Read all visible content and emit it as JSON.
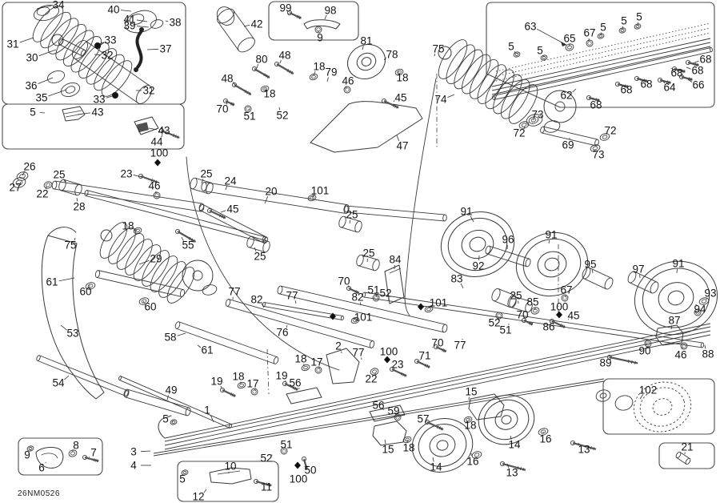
{
  "drawing_code": "26NM0526",
  "legend": "labels are part callout numbers: [number, x, y, leader_x, leader_y]",
  "labels": [
    [
      "34",
      73,
      6,
      46,
      11
    ],
    [
      "40",
      142,
      12,
      164,
      14
    ],
    [
      "41",
      162,
      24,
      184,
      27
    ],
    [
      "39",
      162,
      32,
      186,
      34
    ],
    [
      "38",
      219,
      28,
      207,
      26
    ],
    [
      "31",
      16,
      55,
      42,
      47
    ],
    [
      "30",
      40,
      72,
      70,
      62
    ],
    [
      "33",
      138,
      50,
      126,
      56
    ],
    [
      "32",
      134,
      69,
      118,
      68
    ],
    [
      "37",
      207,
      61,
      184,
      62
    ],
    [
      "36",
      39,
      107,
      66,
      97
    ],
    [
      "35",
      52,
      122,
      83,
      112
    ],
    [
      "33",
      124,
      124,
      140,
      120
    ],
    [
      "32",
      186,
      113,
      170,
      113
    ],
    [
      "5",
      41,
      140,
      56,
      141
    ],
    [
      "43",
      122,
      140,
      97,
      143
    ],
    [
      "43",
      205,
      163,
      186,
      160
    ],
    [
      "44",
      196,
      177,
      203,
      168
    ],
    [
      "100",
      199,
      191,
      null,
      null
    ],
    [
      "26",
      37,
      208,
      28,
      219
    ],
    [
      "27",
      19,
      234,
      26,
      227
    ],
    [
      "22",
      53,
      242,
      58,
      233
    ],
    [
      "25",
      74,
      218,
      82,
      228
    ],
    [
      "23",
      158,
      217,
      177,
      221
    ],
    [
      "46",
      193,
      232,
      195,
      242
    ],
    [
      "28",
      99,
      258,
      96,
      247
    ],
    [
      "25",
      258,
      217,
      252,
      229
    ],
    [
      "24",
      288,
      226,
      282,
      237
    ],
    [
      "20",
      339,
      239,
      331,
      254
    ],
    [
      "101",
      400,
      238,
      390,
      247
    ],
    [
      "45",
      291,
      261,
      276,
      265
    ],
    [
      "25",
      440,
      268,
      437,
      279
    ],
    [
      "55",
      235,
      306,
      227,
      296
    ],
    [
      "18",
      160,
      282,
      171,
      288
    ],
    [
      "75",
      88,
      306,
      94,
      297
    ],
    [
      "25",
      325,
      320,
      318,
      309
    ],
    [
      "29",
      195,
      323,
      174,
      330
    ],
    [
      "61",
      65,
      352,
      93,
      347
    ],
    [
      "60",
      107,
      364,
      112,
      356
    ],
    [
      "60",
      188,
      383,
      179,
      376
    ],
    [
      "53",
      91,
      416,
      76,
      406
    ],
    [
      "58",
      213,
      421,
      232,
      416
    ],
    [
      "61",
      259,
      437,
      247,
      431
    ],
    [
      "42",
      321,
      30,
      305,
      33
    ],
    [
      "99",
      357,
      10,
      361,
      19
    ],
    [
      "98",
      413,
      13,
      406,
      24
    ],
    [
      "9",
      400,
      47,
      398,
      38
    ],
    [
      "80",
      327,
      74,
      321,
      85
    ],
    [
      "48",
      356,
      69,
      350,
      79
    ],
    [
      "18",
      399,
      83,
      392,
      94
    ],
    [
      "79",
      414,
      90,
      409,
      102
    ],
    [
      "46",
      435,
      101,
      432,
      111
    ],
    [
      "81",
      458,
      51,
      453,
      62
    ],
    [
      "78",
      490,
      68,
      480,
      75
    ],
    [
      "18",
      503,
      97,
      498,
      89
    ],
    [
      "75",
      548,
      61,
      543,
      70
    ],
    [
      "74",
      551,
      124,
      568,
      118
    ],
    [
      "48",
      284,
      98,
      294,
      106
    ],
    [
      "18",
      337,
      117,
      331,
      110
    ],
    [
      "70",
      278,
      136,
      284,
      128
    ],
    [
      "51",
      312,
      145,
      311,
      136
    ],
    [
      "52",
      353,
      144,
      349,
      134
    ],
    [
      "45",
      501,
      122,
      492,
      127
    ],
    [
      "47",
      503,
      182,
      496,
      169
    ],
    [
      "63",
      663,
      33,
      708,
      56
    ],
    [
      "65",
      712,
      48,
      712,
      58
    ],
    [
      "67",
      737,
      41,
      736,
      52
    ],
    [
      "5",
      754,
      34,
      751,
      44
    ],
    [
      "5",
      780,
      26,
      778,
      37
    ],
    [
      "5",
      799,
      21,
      797,
      32
    ],
    [
      "5",
      639,
      58,
      644,
      67
    ],
    [
      "5",
      675,
      63,
      679,
      71
    ],
    [
      "68",
      882,
      74,
      866,
      79
    ],
    [
      "68",
      872,
      88,
      858,
      84
    ],
    [
      "68",
      846,
      91,
      840,
      85
    ],
    [
      "66",
      873,
      106,
      860,
      99
    ],
    [
      "64",
      837,
      109,
      829,
      101
    ],
    [
      "68",
      808,
      105,
      800,
      98
    ],
    [
      "68",
      783,
      112,
      776,
      105
    ],
    [
      "62",
      708,
      119,
      720,
      111
    ],
    [
      "68",
      745,
      131,
      741,
      122
    ],
    [
      "73",
      672,
      143,
      667,
      150
    ],
    [
      "72",
      649,
      166,
      656,
      158
    ],
    [
      "69",
      710,
      181,
      712,
      172
    ],
    [
      "72",
      763,
      163,
      758,
      169
    ],
    [
      "73",
      748,
      193,
      744,
      186
    ],
    [
      "91",
      583,
      264,
      592,
      277
    ],
    [
      "96",
      635,
      299,
      634,
      311
    ],
    [
      "91",
      689,
      293,
      686,
      304
    ],
    [
      "92",
      598,
      332,
      599,
      319
    ],
    [
      "95",
      738,
      330,
      741,
      341
    ],
    [
      "97",
      798,
      336,
      800,
      347
    ],
    [
      "91",
      848,
      329,
      846,
      341
    ],
    [
      "93",
      888,
      366,
      883,
      374
    ],
    [
      "94",
      875,
      386,
      871,
      381
    ],
    [
      "83",
      571,
      348,
      579,
      360
    ],
    [
      "25",
      645,
      369,
      648,
      379
    ],
    [
      "85",
      666,
      377,
      669,
      387
    ],
    [
      "67",
      708,
      362,
      707,
      371
    ],
    [
      "100",
      699,
      383,
      null,
      null
    ],
    [
      "45",
      717,
      394,
      711,
      399
    ],
    [
      "70",
      653,
      393,
      656,
      401
    ],
    [
      "86",
      686,
      408,
      690,
      401
    ],
    [
      "52",
      618,
      403,
      623,
      396
    ],
    [
      "51",
      632,
      412,
      636,
      404
    ],
    [
      "77",
      575,
      431,
      578,
      423
    ],
    [
      "25",
      461,
      316,
      459,
      327
    ],
    [
      "84",
      494,
      324,
      493,
      336
    ],
    [
      "70",
      430,
      351,
      436,
      359
    ],
    [
      "51",
      467,
      362,
      471,
      371
    ],
    [
      "52",
      482,
      366,
      486,
      375
    ],
    [
      "82",
      447,
      371,
      451,
      381
    ],
    [
      "82",
      321,
      374,
      330,
      384
    ],
    [
      "77",
      293,
      364,
      291,
      374
    ],
    [
      "77",
      365,
      369,
      370,
      379
    ],
    [
      "76",
      353,
      415,
      359,
      406
    ],
    [
      "101",
      548,
      378,
      536,
      384
    ],
    [
      "101",
      454,
      396,
      441,
      398
    ],
    [
      "2",
      423,
      432,
      427,
      441
    ],
    [
      "77",
      448,
      440,
      452,
      449
    ],
    [
      "70",
      547,
      428,
      541,
      434
    ],
    [
      "71",
      531,
      444,
      526,
      449
    ],
    [
      "100",
      486,
      439,
      null,
      null
    ],
    [
      "23",
      497,
      455,
      491,
      459
    ],
    [
      "22",
      464,
      473,
      469,
      466
    ],
    [
      "18",
      376,
      448,
      380,
      457
    ],
    [
      "17",
      396,
      452,
      399,
      461
    ],
    [
      "19",
      352,
      469,
      357,
      477
    ],
    [
      "56",
      369,
      478,
      374,
      486
    ],
    [
      "19",
      271,
      476,
      277,
      485
    ],
    [
      "18",
      298,
      470,
      301,
      479
    ],
    [
      "17",
      316,
      479,
      319,
      488
    ],
    [
      "87",
      843,
      400,
      839,
      411
    ],
    [
      "90",
      806,
      438,
      808,
      429
    ],
    [
      "46",
      851,
      443,
      853,
      433
    ],
    [
      "88",
      885,
      442,
      881,
      431
    ],
    [
      "89",
      757,
      453,
      761,
      446
    ],
    [
      "15",
      589,
      489,
      586,
      499
    ],
    [
      "18",
      588,
      531,
      586,
      523
    ],
    [
      "14",
      643,
      555,
      638,
      544
    ],
    [
      "16",
      682,
      548,
      679,
      539
    ],
    [
      "13",
      730,
      561,
      723,
      553
    ],
    [
      "15",
      485,
      561,
      481,
      549
    ],
    [
      "18",
      511,
      559,
      509,
      549
    ],
    [
      "14",
      545,
      583,
      541,
      571
    ],
    [
      "16",
      591,
      576,
      589,
      566
    ],
    [
      "13",
      640,
      590,
      634,
      579
    ],
    [
      "56",
      473,
      506,
      479,
      512
    ],
    [
      "59",
      492,
      513,
      495,
      519
    ],
    [
      "57",
      529,
      523,
      534,
      528
    ],
    [
      "54",
      73,
      478,
      86,
      469
    ],
    [
      "49",
      214,
      487,
      209,
      499
    ],
    [
      "1",
      259,
      512,
      267,
      527
    ],
    [
      "5",
      207,
      523,
      216,
      527
    ],
    [
      "3",
      167,
      564,
      188,
      563
    ],
    [
      "4",
      167,
      581,
      189,
      581
    ],
    [
      "9",
      34,
      568,
      38,
      561
    ],
    [
      "8",
      95,
      556,
      91,
      564
    ],
    [
      "7",
      117,
      565,
      112,
      571
    ],
    [
      "6",
      52,
      584,
      57,
      577
    ],
    [
      "10",
      288,
      582,
      286,
      591
    ],
    [
      "5",
      228,
      598,
      231,
      591
    ],
    [
      "12",
      248,
      620,
      258,
      611
    ],
    [
      "11",
      333,
      608,
      327,
      603
    ],
    [
      "51",
      358,
      555,
      355,
      562
    ],
    [
      "52",
      333,
      572,
      339,
      568
    ],
    [
      "50",
      388,
      587,
      383,
      581
    ],
    [
      "100",
      373,
      598,
      null,
      null
    ],
    [
      "102",
      810,
      487,
      800,
      498
    ],
    [
      "21",
      859,
      558,
      856,
      567
    ]
  ],
  "markers": [
    [
      197,
      203
    ],
    [
      416,
      395
    ],
    [
      526,
      383
    ],
    [
      484,
      449
    ],
    [
      699,
      393
    ],
    [
      372,
      581
    ]
  ]
}
